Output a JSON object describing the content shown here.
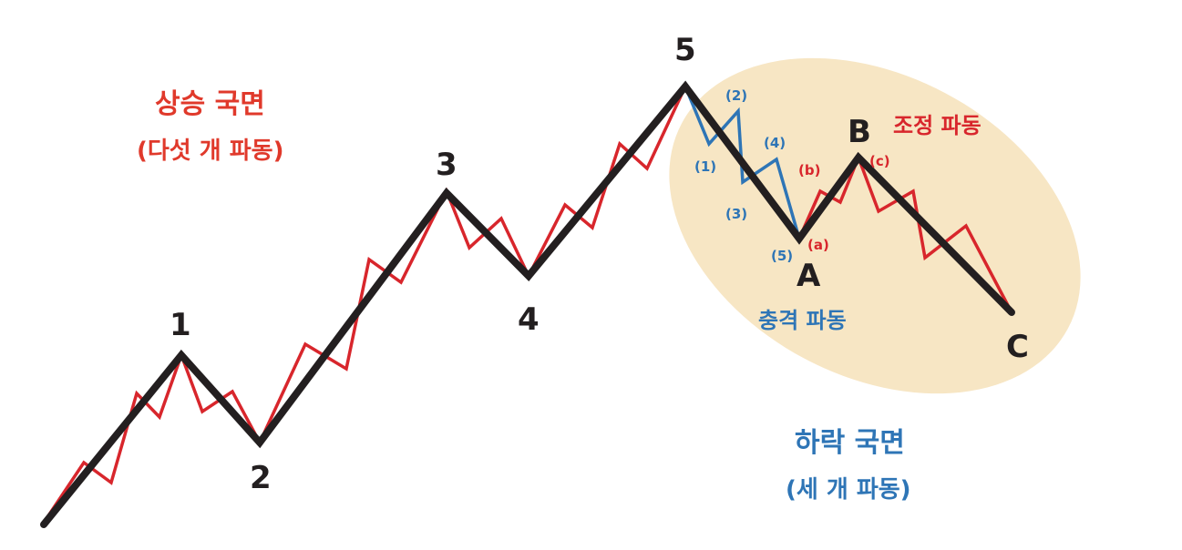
{
  "colors": {
    "main_line": "#231f20",
    "sub_line_red": "#d8262c",
    "impulse_blue": "#2e75b6",
    "correction_zone": "#f7e6c4",
    "up_phase_text": "#e0392b",
    "down_phase_text": "#2e75b6",
    "label_dark": "#231f20"
  },
  "up_phase": {
    "title": "상승 국면",
    "subtitle": "(다섯 개 파동)"
  },
  "down_phase": {
    "title": "하락 국면",
    "subtitle": "(세 개 파동)"
  },
  "wave_types": {
    "correction": "조정 파동",
    "impulse": "충격 파동"
  },
  "main_wave_labels": [
    "1",
    "2",
    "3",
    "4",
    "5",
    "A",
    "B",
    "C"
  ],
  "impulse_sub_labels": [
    "(1)",
    "(2)",
    "(3)",
    "(4)",
    "(5)"
  ],
  "correction_sub_labels": [
    "(a)",
    "(b)",
    "(c)"
  ]
}
